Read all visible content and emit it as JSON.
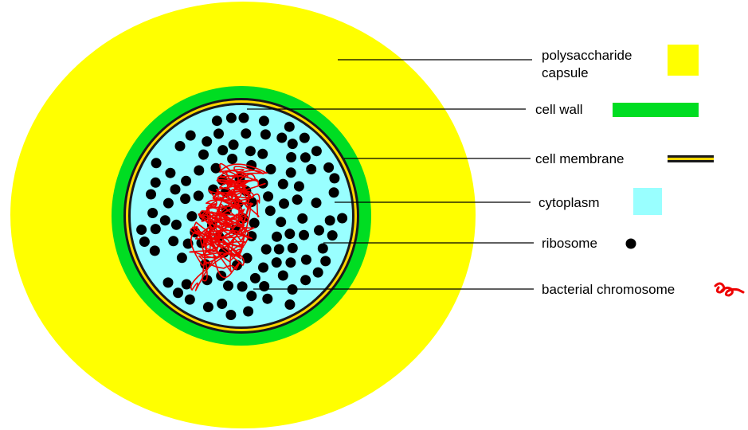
{
  "diagram": {
    "parts": [
      {
        "id": "capsule",
        "label_lines": [
          "polysaccharide",
          "capsule"
        ],
        "color": "#ffff00"
      },
      {
        "id": "cell-wall",
        "label_lines": [
          "cell wall"
        ],
        "color": "#00dd22"
      },
      {
        "id": "cell-membrane",
        "label_lines": [
          "cell membrane"
        ],
        "color": "#1a1a1a",
        "accent": "#ffd700"
      },
      {
        "id": "cytoplasm",
        "label_lines": [
          "cytoplasm"
        ],
        "color": "#99ffff"
      },
      {
        "id": "ribosome",
        "label_lines": [
          "ribosome"
        ],
        "color": "#000000"
      },
      {
        "id": "chromosome",
        "label_lines": [
          "bacterial chromosome"
        ],
        "color": "#ee0000"
      }
    ]
  }
}
